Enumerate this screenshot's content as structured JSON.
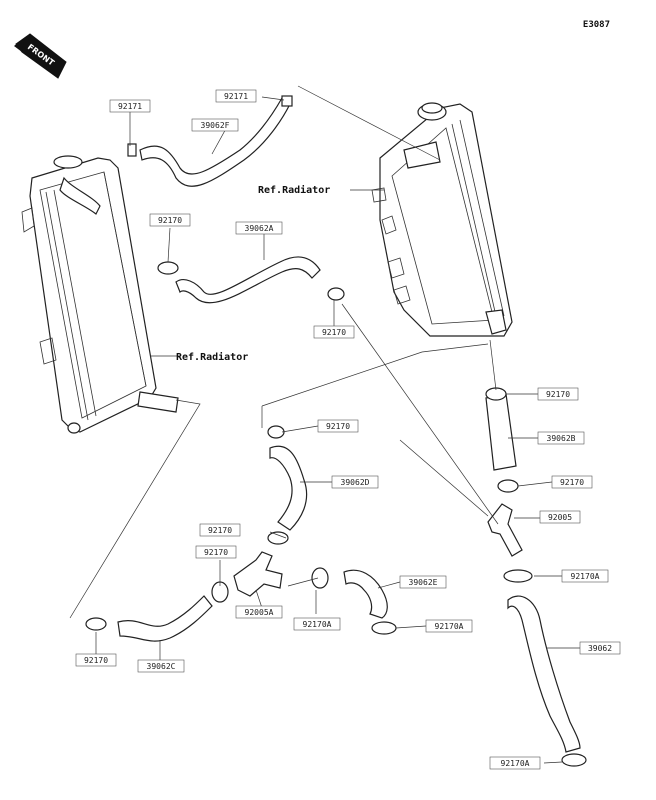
{
  "diagram_code": "E3087",
  "front_label": "FRONT",
  "ref_radiator_right": "Ref.Radiator",
  "ref_radiator_left": "Ref.Radiator",
  "labels": {
    "clamp_top_left": "92171",
    "clamp_top_right": "92171",
    "hose_upper_f": "39062F",
    "clamp_left_upper": "92170",
    "hose_a": "39062A",
    "clamp_center_upper": "92170",
    "clamp_right_1": "92170",
    "hose_b": "39062B",
    "clamp_right_2": "92170",
    "fitting_92005": "92005",
    "clamp_mid_1": "92170",
    "hose_d": "39062D",
    "clamp_mid_2": "92170",
    "clamp_left_lower": "92170",
    "fitting_92005a": "92005A",
    "clamp_a_1": "92170A",
    "hose_e": "39062E",
    "clamp_a_2": "92170A",
    "clamp_a_right": "92170A",
    "hose_main": "39062",
    "clamp_bottom_left": "92170",
    "hose_c": "39062C",
    "clamp_a_bottom": "92170A"
  }
}
